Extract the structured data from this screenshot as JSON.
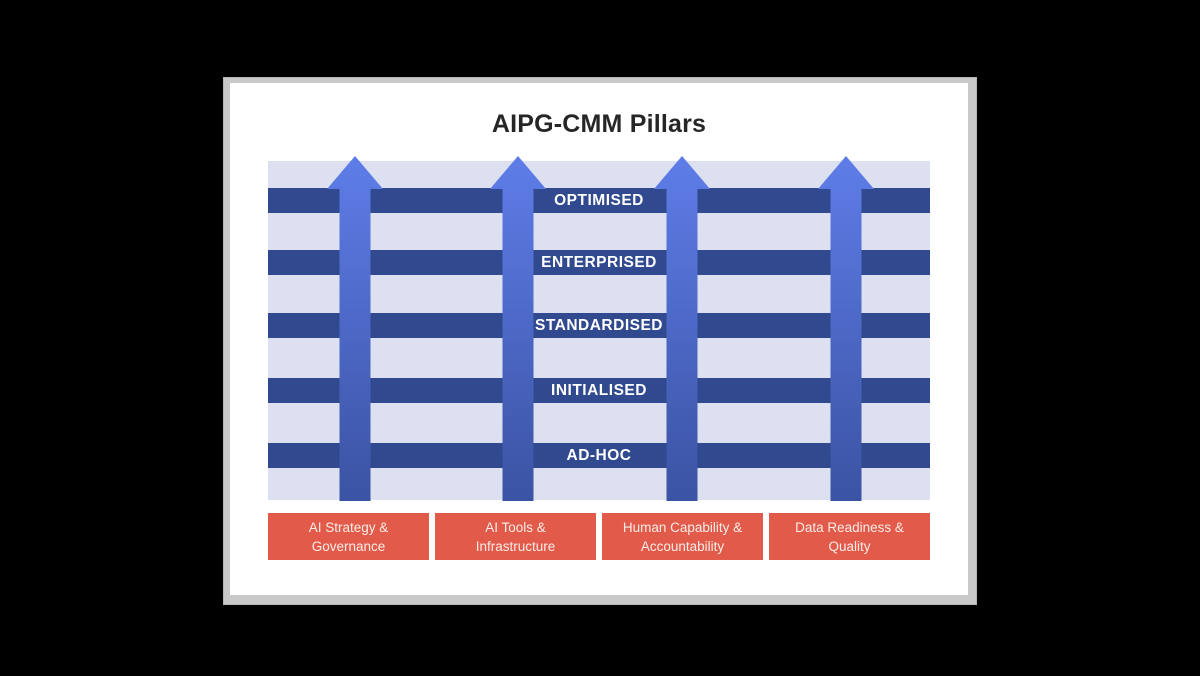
{
  "title": "AIPG-CMM Pillars",
  "maturity_levels": [
    "OPTIMISED",
    "ENTERPRISED",
    "STANDARDISED",
    "INITIALISED",
    "AD-HOC"
  ],
  "pillars": [
    {
      "lines": [
        "AI Strategy &",
        "Governance"
      ]
    },
    {
      "lines": [
        "AI Tools &",
        "Infrastructure"
      ]
    },
    {
      "lines": [
        "Human Capability &",
        "Accountability"
      ]
    },
    {
      "lines": [
        "Data Readiness &",
        "Quality"
      ]
    }
  ],
  "colors": {
    "page_background": "#000000",
    "frame": "#c9c9c9",
    "card": "#ffffff",
    "title_text": "#262626",
    "panel_background": "#dde0f0",
    "level_bar": "#31498e",
    "level_text": "#ffffff",
    "arrow_gradient_top": "#5e7de8",
    "arrow_gradient_bottom": "#3b53a3",
    "pillar_box": "#e25b4a",
    "pillar_text": "#f9ece8"
  }
}
